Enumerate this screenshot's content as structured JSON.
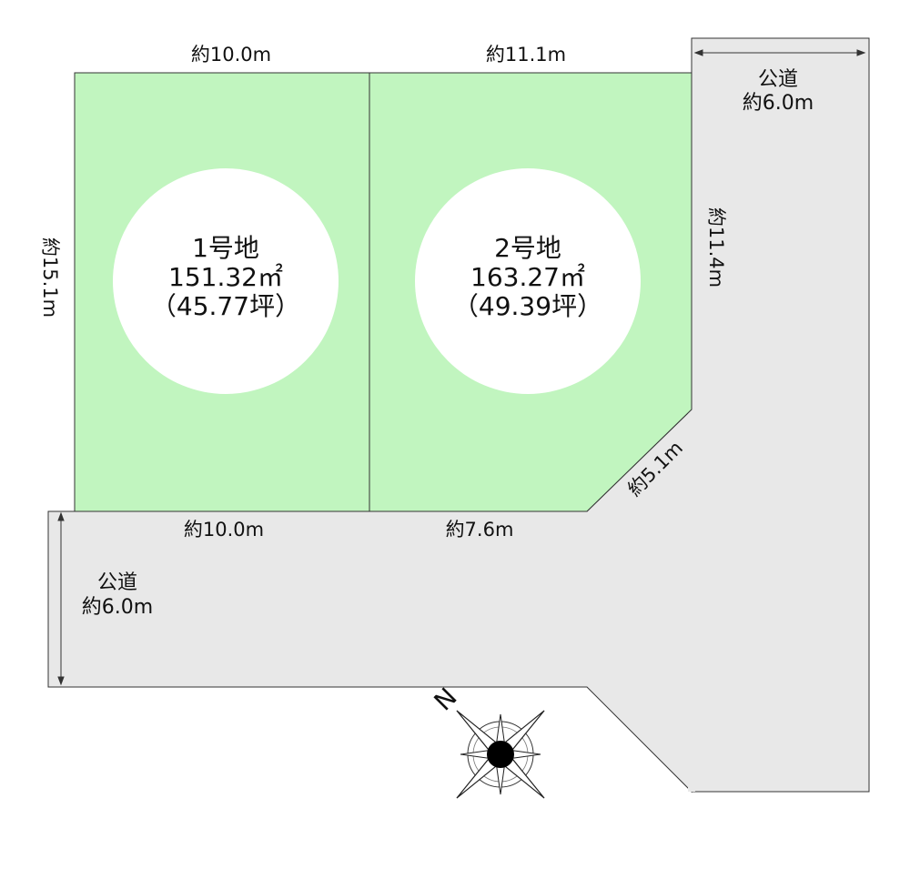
{
  "colors": {
    "lot_fill": "#c1f5bf",
    "road_fill": "#e8e8e8",
    "badge_fill": "#ffffff",
    "line": "#333333"
  },
  "lots": [
    {
      "name": "1号地",
      "area": "151.32㎡",
      "tsubo": "（45.77坪）"
    },
    {
      "name": "2号地",
      "area": "163.27㎡",
      "tsubo": "（49.39坪）"
    }
  ],
  "dimensions": {
    "lot1_top": "約10.0m",
    "lot2_top": "約11.1m",
    "lot1_left": "約15.1m",
    "lot2_right": "約11.4m",
    "lot1_bottom": "約10.0m",
    "lot2_bottom": "約7.6m",
    "corner_cut": "約5.1m"
  },
  "roads": [
    {
      "name": "公道",
      "width": "約6.0m"
    },
    {
      "name": "公道",
      "width": "約6.0m"
    }
  ],
  "compass": {
    "label": "N",
    "icon": "compass-rose-icon"
  }
}
